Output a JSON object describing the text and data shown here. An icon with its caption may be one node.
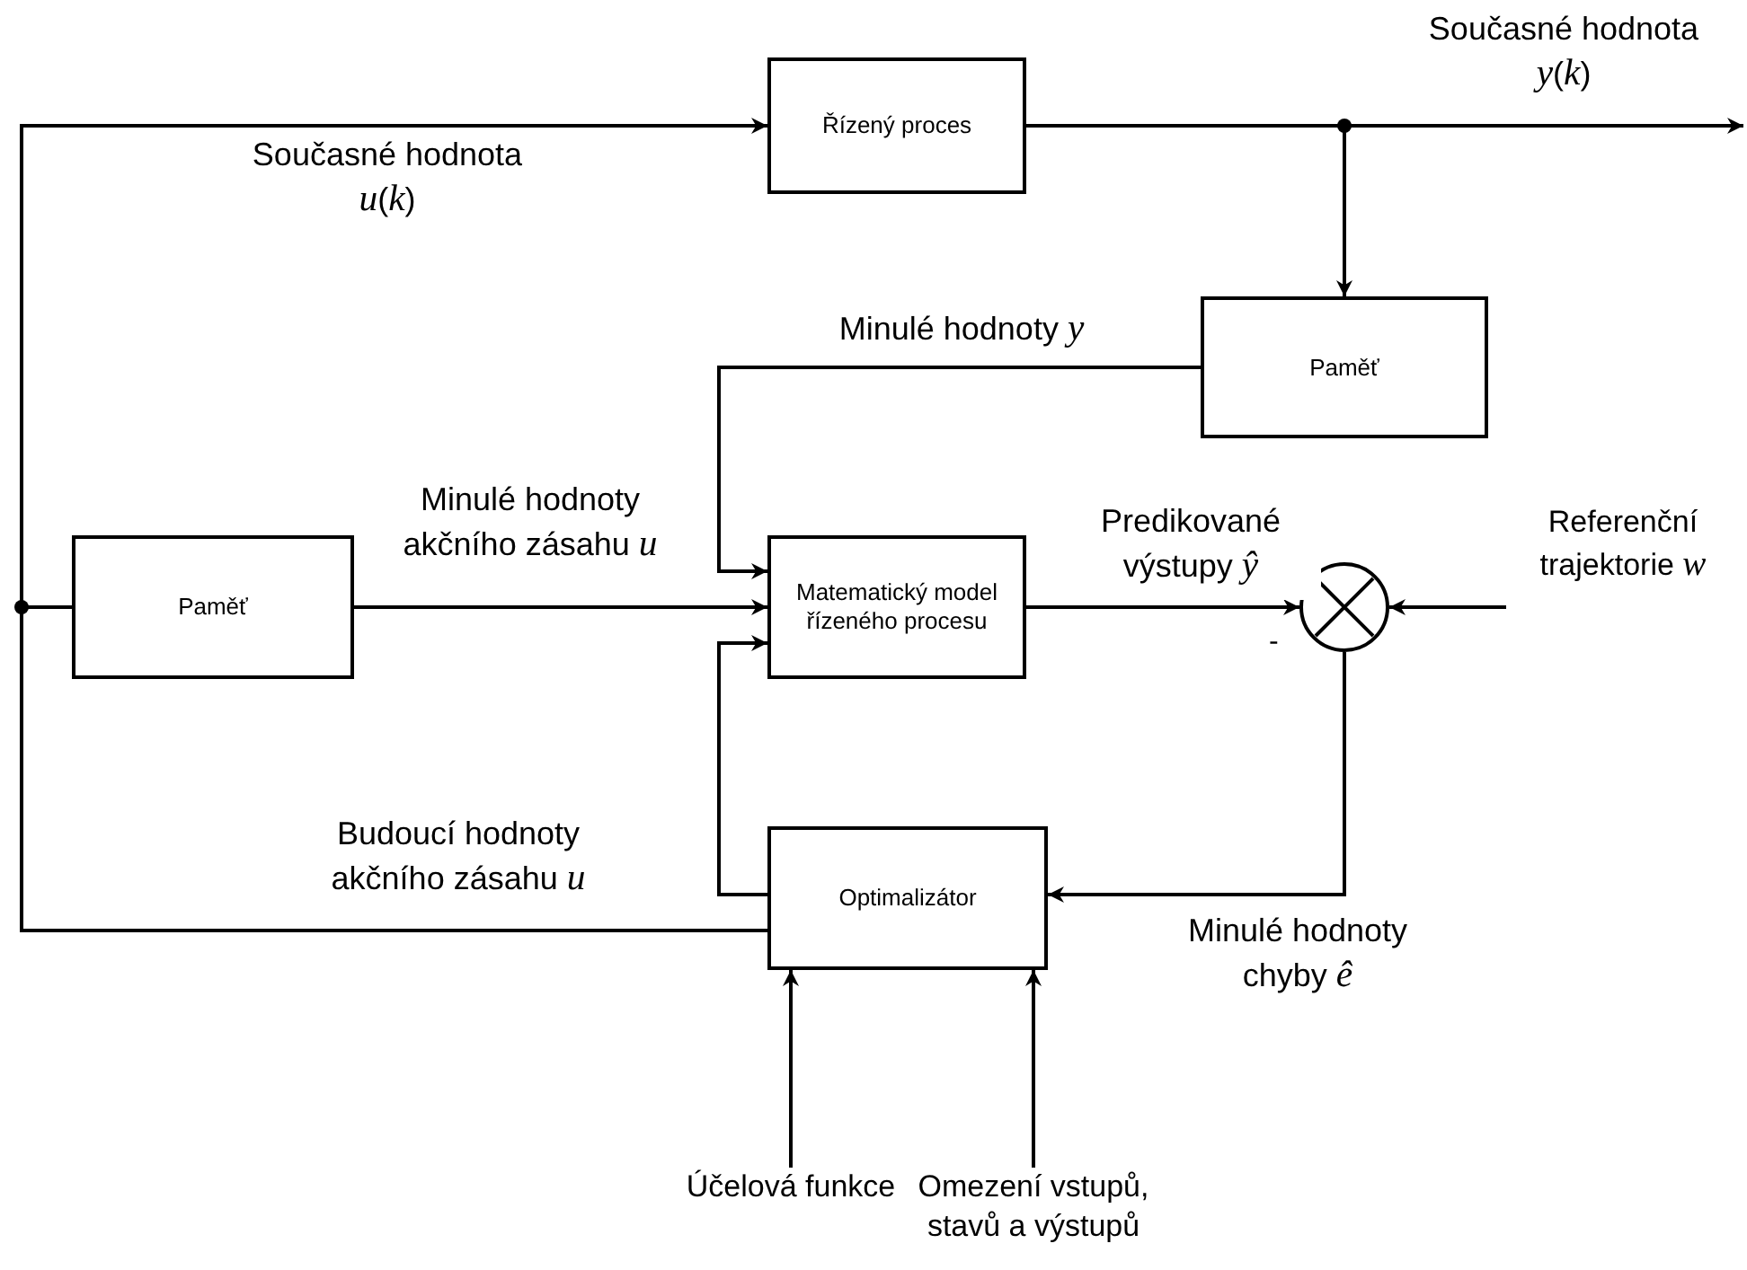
{
  "diagram": {
    "nodes": [
      {
        "text": [
          "Řízený proces"
        ]
      },
      {
        "text": [
          "Paměť"
        ]
      },
      {
        "text": [
          "Paměť"
        ]
      },
      {
        "text": [
          "Matematický model řízeného procesu"
        ]
      },
      {
        "text": [],
        "shape": "circle",
        "beside": [
          "-"
        ]
      },
      {
        "text": [
          "Optimalizátor"
        ]
      },
      {
        "text": [
          "Účelová funkce"
        ]
      },
      {
        "text": [
          "Omezení vstupů, stavů a výstupů"
        ]
      },
      {
        "text": [
          "Referenční trajektorie *w*"
        ]
      }
    ],
    "edges": [
      {
        "from": 5,
        "to": 0,
        "arrow": "to",
        "label": "Současné hodnota *u*(*k*)"
      },
      {
        "from": 5,
        "to": 2,
        "arrow": "none",
        "label": "Budoucí hodnoty akčního zásahu *u*"
      },
      {
        "from": 0,
        "to": null,
        "arrow": "to",
        "label": "Současné hodnota *y*(*k*)"
      },
      {
        "from": 0,
        "to": 1,
        "arrow": "to"
      },
      {
        "from": 1,
        "to": 3,
        "arrow": "to",
        "label": "Minulé hodnoty *y*"
      },
      {
        "from": 2,
        "to": 3,
        "arrow": "to",
        "label": "Minulé hodnoty akčního zásahu *u*"
      },
      {
        "from": 5,
        "to": 3,
        "arrow": "to"
      },
      {
        "from": 3,
        "to": 4,
        "arrow": "to",
        "label": "Predikované výstupy *ŷ*"
      },
      {
        "from": 8,
        "to": 4,
        "arrow": "to"
      },
      {
        "from": 4,
        "to": 5,
        "arrow": "to",
        "label": "Minulé hodnoty chyby *ê*"
      },
      {
        "from": 6,
        "to": 5,
        "arrow": "to"
      },
      {
        "from": 7,
        "to": 5,
        "arrow": "to"
      }
    ]
  }
}
